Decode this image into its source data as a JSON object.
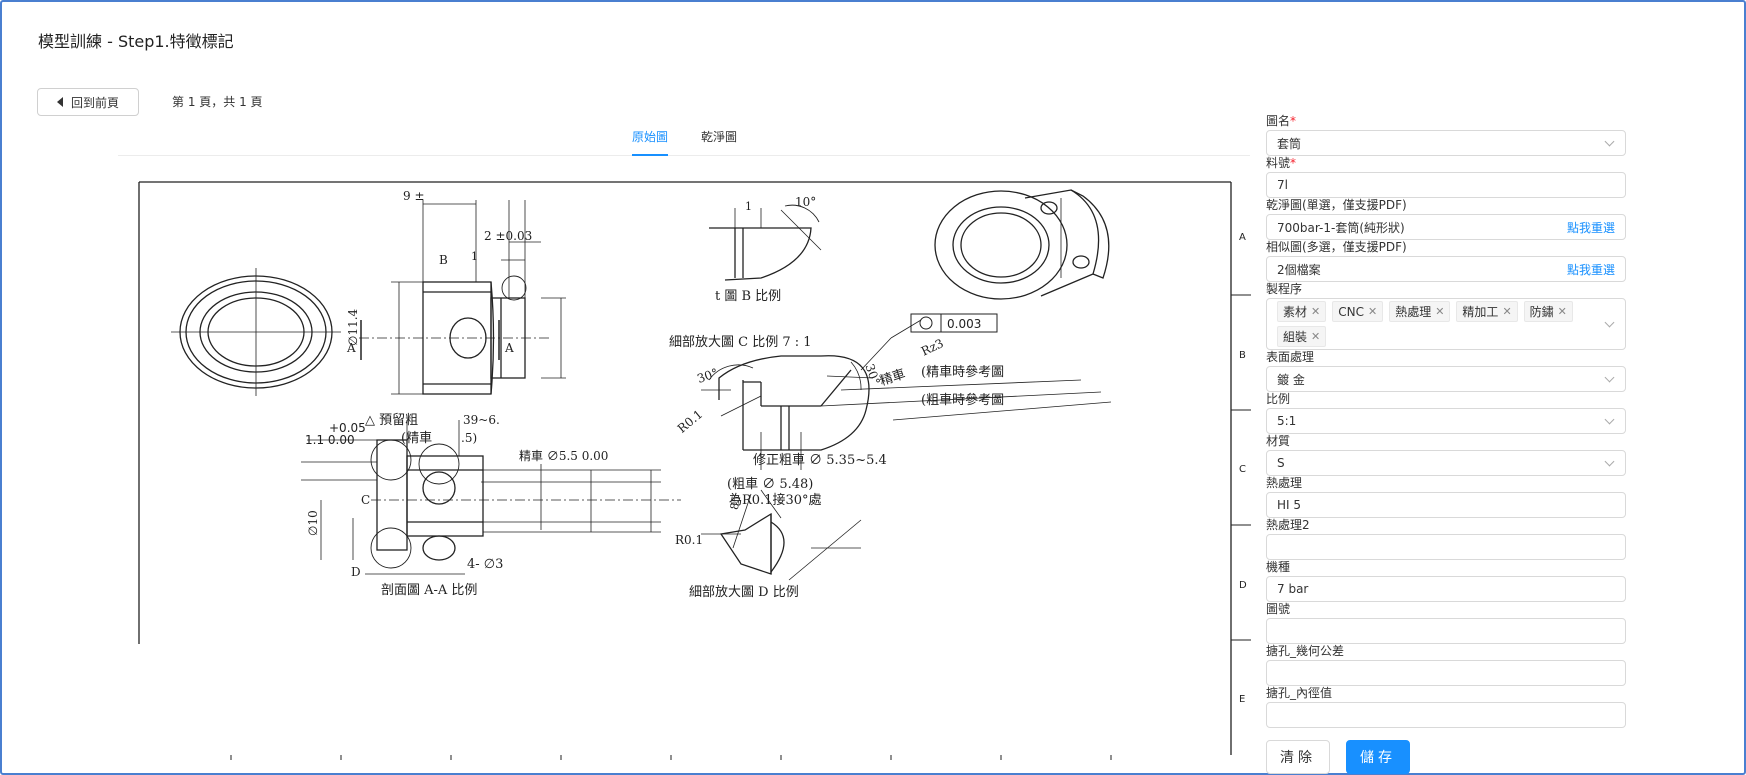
{
  "page": {
    "title": "模型訓練 - Step1.特徵標記"
  },
  "toolbar": {
    "back_label": "回到前頁",
    "page_info": "第 1 頁，共 1 頁"
  },
  "tabs": [
    {
      "label": "原始圖",
      "active": true
    },
    {
      "label": "乾淨圖",
      "active": false
    }
  ],
  "drawing": {
    "border_letters": [
      "A",
      "B",
      "C",
      "D",
      "E"
    ],
    "texts": {
      "dim_9": "9 ±",
      "dim_2": "2 ±0.03",
      "label_B": "B",
      "label_1": "1",
      "dia_11_4": "∅11.4",
      "label_A": "A",
      "rough_note": "△ 預留粗",
      "rough_range": "39~6.",
      "finish_note": "(精車",
      "finish_end": ".5)",
      "detail_c": "細部放大圖 C  比例 7 : 1",
      "detail_b": "t 圖 B  比例",
      "tolerance": "0.003",
      "rz": "Rz3",
      "angle_30a": "30°",
      "angle_30b": "30°",
      "angle_10": "10°",
      "finish_word": "精車",
      "finish_ref": "(精車時參考圖",
      "rough_ref": "(粗車時參考圖",
      "r01a": "R0.1",
      "fix_rough": "修正粗車 ∅ 5.35~5.4",
      "rough_548": "(粗車 ∅ 5.48)",
      "r01_note": "為R0.1接30°處",
      "tol_005": "+0.05",
      "tol_11": "1.1  0.00",
      "finish_558": "精車 ∅5.5  0.00",
      "dia_10": "∅10",
      "label_C": "C",
      "label_D": "D",
      "holes": "4- ∅3",
      "section": "剖面圖 A-A  比例",
      "r01b": "R0.1",
      "detail_d": "細部放大圖 D  比例"
    }
  },
  "form": {
    "fields": [
      {
        "label": "圖名",
        "required": true,
        "value": "套筒",
        "control": "select"
      },
      {
        "label": "料號",
        "required": true,
        "value": "7l",
        "control": "input"
      },
      {
        "label": "乾淨圖(單選，僅支援PDF)",
        "required": false,
        "value": "700bar-1-套筒(純形狀)",
        "control": "file",
        "link": "點我重選"
      },
      {
        "label": "相似圖(多選，僅支援PDF)",
        "required": false,
        "value": "2個檔案",
        "control": "file",
        "link": "點我重選"
      },
      {
        "label": "製程序",
        "required": false,
        "control": "tags",
        "tags": [
          "素材",
          "CNC",
          "熱處理",
          "精加工",
          "防鏽",
          "組裝"
        ]
      },
      {
        "label": "表面處理",
        "required": false,
        "value": "鍍     金",
        "control": "select"
      },
      {
        "label": "比例",
        "required": false,
        "value": "5:1",
        "control": "select"
      },
      {
        "label": "材質",
        "required": false,
        "value": "S",
        "control": "select"
      },
      {
        "label": "熱處理",
        "required": false,
        "value": "HI          5",
        "control": "input"
      },
      {
        "label": "熱處理2",
        "required": false,
        "value": "",
        "control": "input"
      },
      {
        "label": "機種",
        "required": false,
        "value": "7     bar",
        "control": "input"
      },
      {
        "label": "圖號",
        "required": false,
        "value": "",
        "control": "input"
      },
      {
        "label": "搪孔_幾何公差",
        "required": false,
        "value": "",
        "control": "input"
      },
      {
        "label": "搪孔_內徑值",
        "required": false,
        "value": "",
        "control": "input"
      }
    ],
    "clear_label": "清除",
    "save_label": "儲存"
  },
  "colors": {
    "accent": "#1890ff",
    "required": "#f5222d",
    "frame": "#4a7fd0"
  }
}
